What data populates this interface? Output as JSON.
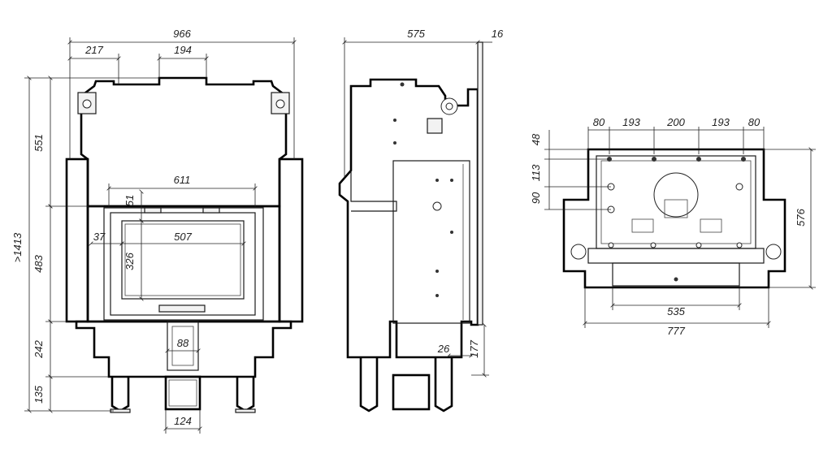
{
  "front_view": {
    "dims": {
      "width_total": "966",
      "left_offset": "217",
      "flue_width": "194",
      "door_frame_width": "611",
      "glass_top": "51",
      "glass_width": "507",
      "side_margin": "37",
      "glass_height": "326",
      "vent_width": "88",
      "height_total": ">1413",
      "height_top": "551",
      "height_mid": "483",
      "height_base": "242",
      "height_legs": "135",
      "inlet_width": "124"
    }
  },
  "side_view": {
    "dims": {
      "depth": "575",
      "flange": "16",
      "step_w": "26",
      "step_h": "177"
    }
  },
  "top_view": {
    "dims": {
      "seg_1": "80",
      "seg_2": "193",
      "seg_3": "200",
      "seg_4": "193",
      "seg_5": "80",
      "v_1": "48",
      "v_2": "113",
      "v_3": "90",
      "depth": "576",
      "inner_width": "535",
      "outer_width": "777"
    }
  }
}
